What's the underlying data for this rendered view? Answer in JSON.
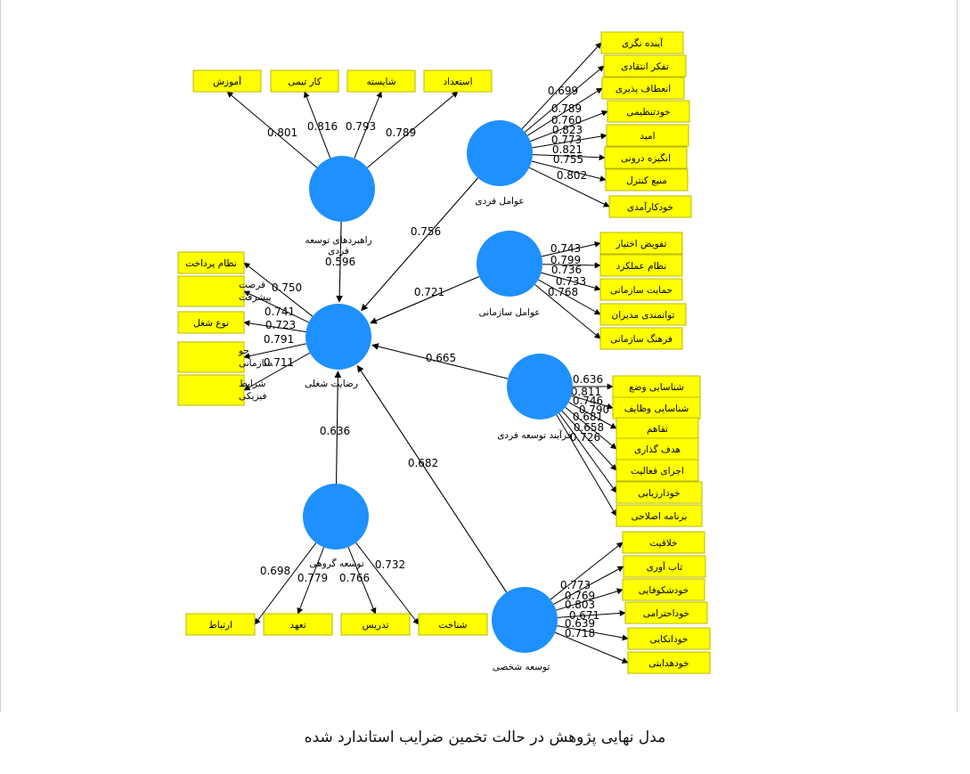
{
  "caption": "مدل نهایی پژوهش در حالت تخمین ضرایب استاندارد شده",
  "colors": {
    "construct": "#1e90ff",
    "indicator_fill": "#ffff00",
    "indicator_border": "#b8b800",
    "arrow": "#000000"
  },
  "constructs": [
    {
      "id": "rahbord",
      "label": "راهبردهای توسعه فردی"
    },
    {
      "id": "avamel_fardi",
      "label": "عوامل فردی"
    },
    {
      "id": "avamel_sazmani",
      "label": "عوامل سازمانی"
    },
    {
      "id": "rezayat",
      "label": "رضایت شغلی"
    },
    {
      "id": "farayand",
      "label": "فرآیند توسعه فردی"
    },
    {
      "id": "tose_goruhi",
      "label": "توسعه گروهی"
    },
    {
      "id": "tose_shakhsi",
      "label": "توسعه شخصی"
    }
  ],
  "structural_paths": [
    {
      "from": "rahbord",
      "to": "rezayat",
      "coef": "0.596"
    },
    {
      "from": "avamel_fardi",
      "to": "rezayat",
      "coef": "0.756"
    },
    {
      "from": "avamel_sazmani",
      "to": "rezayat",
      "coef": "0.721"
    },
    {
      "from": "farayand",
      "to": "rezayat",
      "coef": "0.665"
    },
    {
      "from": "tose_goruhi",
      "to": "rezayat",
      "coef": "0.636"
    },
    {
      "from": "tose_shakhsi",
      "to": "rezayat",
      "coef": "0.682"
    }
  ],
  "indicator_groups": [
    {
      "construct": "rahbord",
      "items": [
        {
          "label": "آموزش",
          "coef": "0.801"
        },
        {
          "label": "کار تیمی",
          "coef": "0.816"
        },
        {
          "label": "شایسته",
          "coef": "0.793"
        },
        {
          "label": "استعداد",
          "coef": "0.789"
        }
      ]
    },
    {
      "construct": "avamel_fardi",
      "items": [
        {
          "label": "آینده نگری",
          "coef": ""
        },
        {
          "label": "تفکر انتقادی",
          "coef": "0.699"
        },
        {
          "label": "انعطاف پذیری",
          "coef": "0.789"
        },
        {
          "label": "خودتنظیمی",
          "coef": "0.760"
        },
        {
          "label": "امید",
          "coef": "0.823"
        },
        {
          "label": "انگیزه درونی",
          "coef": "0.773"
        },
        {
          "label": "منبع کنترل",
          "coef": "0.821"
        },
        {
          "label": "خودکارآمدی",
          "coef": "0.755"
        }
      ],
      "extra_coefs": [
        "0.802"
      ]
    },
    {
      "construct": "avamel_sazmani",
      "items": [
        {
          "label": "تفویض اختیار",
          "coef": "0.743"
        },
        {
          "label": "نظام عملکرد",
          "coef": "0.799"
        },
        {
          "label": "حمایت سازمانی",
          "coef": "0.736"
        },
        {
          "label": "توانمندی مدیران",
          "coef": "0.733"
        },
        {
          "label": "فرهنگ سازمانی",
          "coef": "0.768"
        }
      ]
    },
    {
      "construct": "rezayat",
      "items": [
        {
          "label": "نظام پرداخت",
          "coef": "0.750"
        },
        {
          "label": "فرصت پیشرفت",
          "coef": "0.741"
        },
        {
          "label": "نوع شغل",
          "coef": "0.723"
        },
        {
          "label": "جو سازمانی",
          "coef": "0.791"
        },
        {
          "label": "شرایط فیزیکی",
          "coef": "0.711"
        }
      ]
    },
    {
      "construct": "farayand",
      "items": [
        {
          "label": "شناسایی وضع",
          "coef": "0.636"
        },
        {
          "label": "شناسایی وظایف",
          "coef": "0.811"
        },
        {
          "label": "تفاهم",
          "coef": "0.746"
        },
        {
          "label": "هدف گذاری",
          "coef": "0.790"
        },
        {
          "label": "اجرای فعالیت",
          "coef": "0.681"
        },
        {
          "label": "خودارزیابی",
          "coef": "0.658"
        },
        {
          "label": "برنامه اصلاحی",
          "coef": "0.726"
        }
      ]
    },
    {
      "construct": "tose_goruhi",
      "items": [
        {
          "label": "ارتباط",
          "coef": "0.698"
        },
        {
          "label": "تعهد",
          "coef": "0.779"
        },
        {
          "label": "تدریس",
          "coef": "0.766"
        },
        {
          "label": "شناخت",
          "coef": "0.732"
        }
      ]
    },
    {
      "construct": "tose_shakhsi",
      "items": [
        {
          "label": "خلاقیت",
          "coef": "0.773"
        },
        {
          "label": "تاب آوری",
          "coef": "0.769"
        },
        {
          "label": "خودشکوفایی",
          "coef": "0.803"
        },
        {
          "label": "خوداحترامی",
          "coef": "0.671"
        },
        {
          "label": "خوداتکایی",
          "coef": "0.639"
        },
        {
          "label": "خودهدایتی",
          "coef": "0.718"
        }
      ]
    }
  ]
}
